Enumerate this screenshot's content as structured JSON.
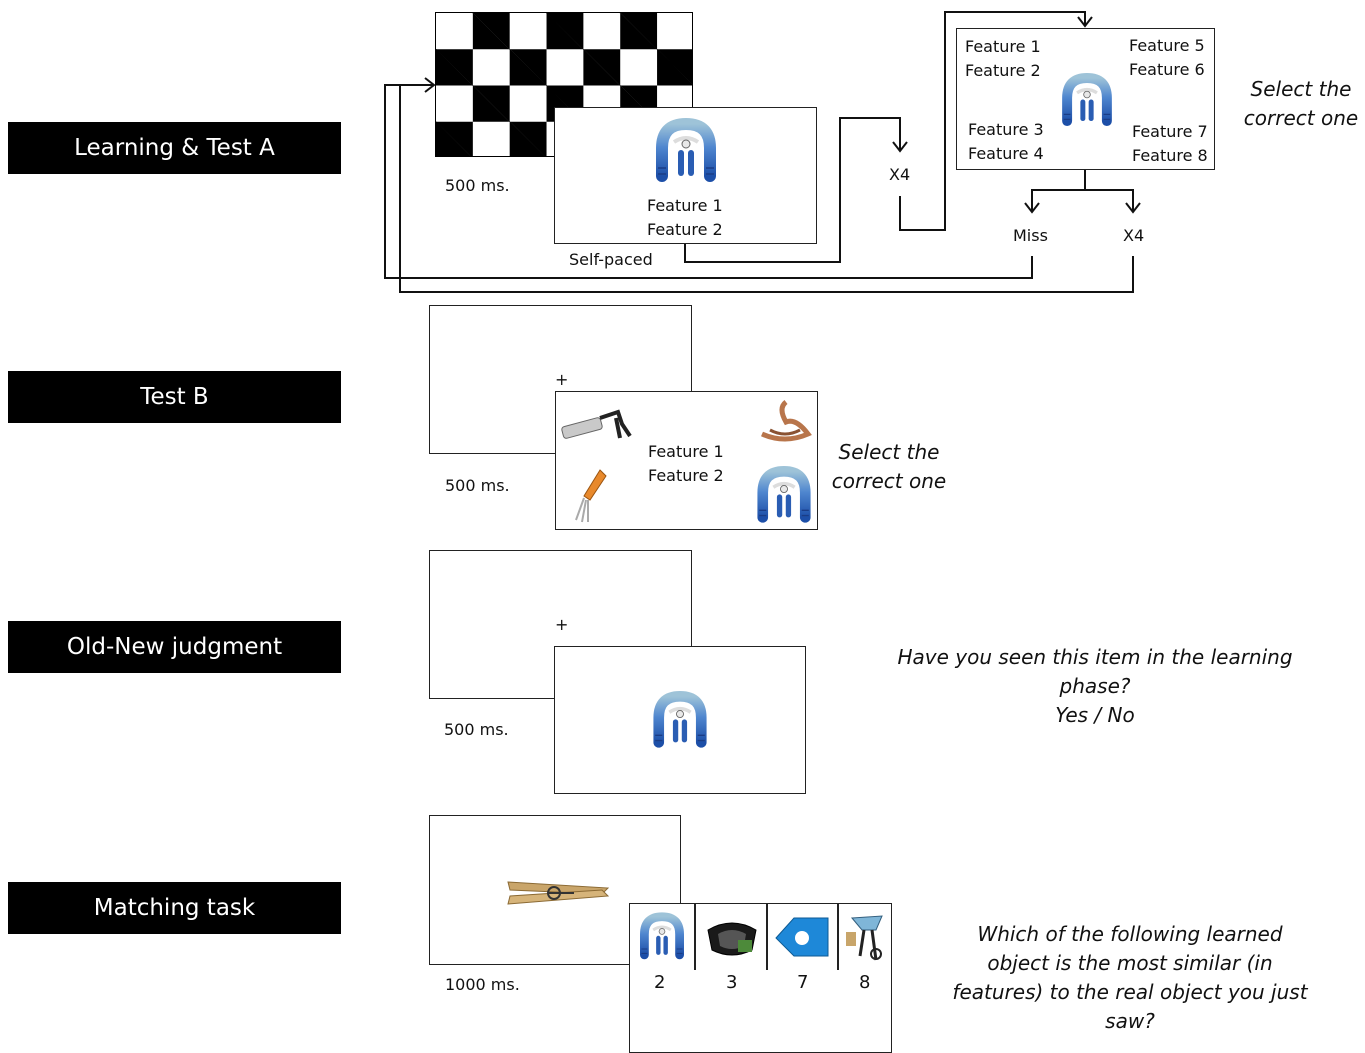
{
  "rows": {
    "learning": {
      "label": "Learning & Test A",
      "fixation_duration": "500 ms.",
      "self_paced": "Self-paced",
      "feature_1": "Feature 1",
      "feature_2": "Feature 2",
      "repeat_x4_a": "X4",
      "test_features": [
        "Feature 1",
        "Feature 2",
        "Feature 3",
        "Feature 4",
        "Feature 5",
        "Feature 6",
        "Feature 7",
        "Feature 8"
      ],
      "miss": "Miss",
      "repeat_x4_b": "X4",
      "instruction": [
        "Select the",
        "correct one"
      ]
    },
    "test_b": {
      "label": "Test B",
      "fixation": "+",
      "fixation_duration": "500 ms.",
      "feature_1": "Feature 1",
      "feature_2": "Feature 2",
      "instruction": [
        "Select the",
        "correct one"
      ]
    },
    "old_new": {
      "label": "Old-New judgment",
      "fixation": "+",
      "fixation_duration": "500 ms.",
      "question": "Have you seen this item in the learning phase?",
      "options": "Yes / No"
    },
    "matching": {
      "label": "Matching task",
      "duration": "1000 ms.",
      "choices": [
        "2",
        "3",
        "7",
        "8"
      ],
      "question": [
        "Which of the following learned",
        "object is the most similar (in",
        "features) to the real object you just",
        "saw?"
      ]
    }
  },
  "colors": {
    "label_bg": "#000000",
    "novel_object": "#3a6fc0",
    "clothespin": "#c9a56a"
  }
}
